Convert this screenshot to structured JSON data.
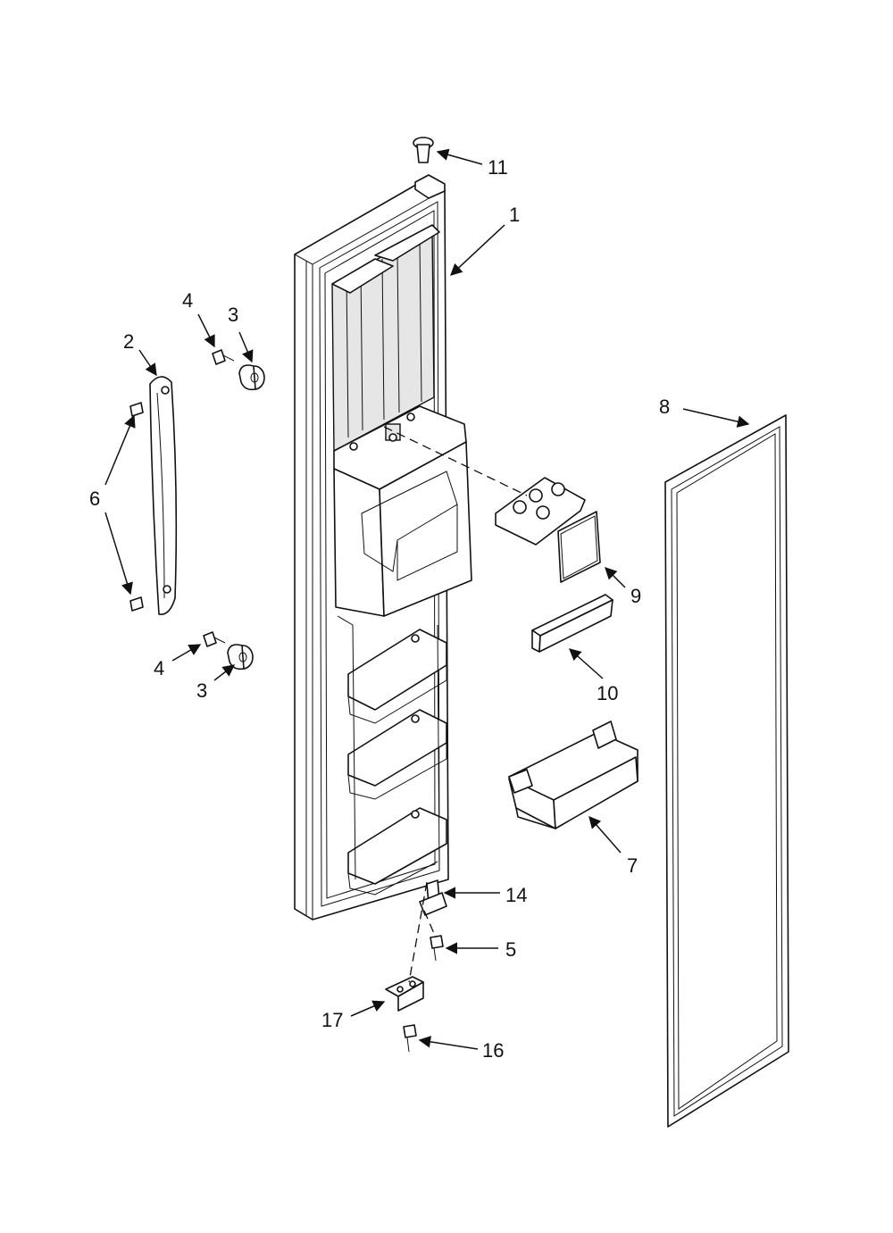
{
  "callouts": [
    {
      "id": "c11a",
      "label": "11"
    },
    {
      "id": "c1",
      "label": "1"
    },
    {
      "id": "c4a",
      "label": "4"
    },
    {
      "id": "c3a",
      "label": "3"
    },
    {
      "id": "c2",
      "label": "2"
    },
    {
      "id": "c6",
      "label": "6"
    },
    {
      "id": "c4b",
      "label": "4"
    },
    {
      "id": "c3b",
      "label": "3"
    },
    {
      "id": "c8",
      "label": "8"
    },
    {
      "id": "c9",
      "label": "9"
    },
    {
      "id": "c10",
      "label": "10"
    },
    {
      "id": "c7",
      "label": "7"
    },
    {
      "id": "c14",
      "label": "14"
    },
    {
      "id": "c5",
      "label": "5"
    },
    {
      "id": "c17",
      "label": "17"
    },
    {
      "id": "c16",
      "label": "16"
    }
  ]
}
